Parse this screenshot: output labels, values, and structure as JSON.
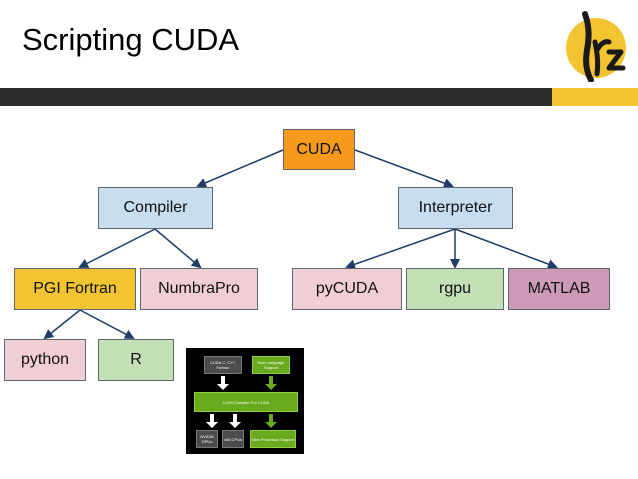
{
  "slide": {
    "title": "Scripting CUDA"
  },
  "logo": {
    "text": "lrz"
  },
  "diagram": {
    "root": "CUDA",
    "compiler": "Compiler",
    "interpreter": "Interpreter",
    "pgi": "PGI Fortran",
    "numbra": "NumbraPro",
    "pycuda": "pyCUDA",
    "rgpu": "rgpu",
    "matlab": "MATLAB",
    "python": "python",
    "r": "R"
  },
  "inset": {
    "cuda_lang": "CUDA C, C++, Fortran",
    "new_lang": "New Language Support",
    "llvm": "LLVM Compiler For CUDA",
    "nvidia": "NVIDIA GPUs",
    "x86": "x86 CPUs",
    "new_proc": "New Processor Support"
  },
  "colors": {
    "orange": "#f59a1a",
    "blue": "#c7def1",
    "gold": "#f2c431",
    "pink": "#f1cdd4",
    "green": "#c2dfb5",
    "mauve": "#cc9ab6",
    "dark_bar": "#2b2b2b"
  }
}
